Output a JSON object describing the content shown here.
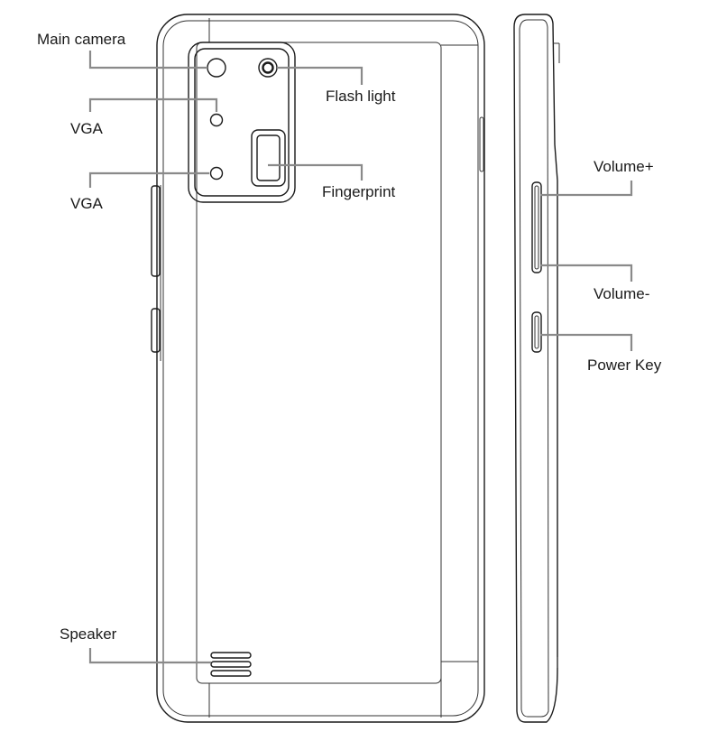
{
  "labels": {
    "main_camera": "Main camera",
    "vga_1": "VGA",
    "vga_2": "VGA",
    "flash_light": "Flash light",
    "fingerprint": "Fingerprint",
    "speaker": "Speaker",
    "volume_up": "Volume+",
    "volume_down": "Volume-",
    "power_key": "Power Key"
  },
  "colors": {
    "outline": "#1a1a1a",
    "leader": "#8a8a8a",
    "background": "#ffffff"
  }
}
